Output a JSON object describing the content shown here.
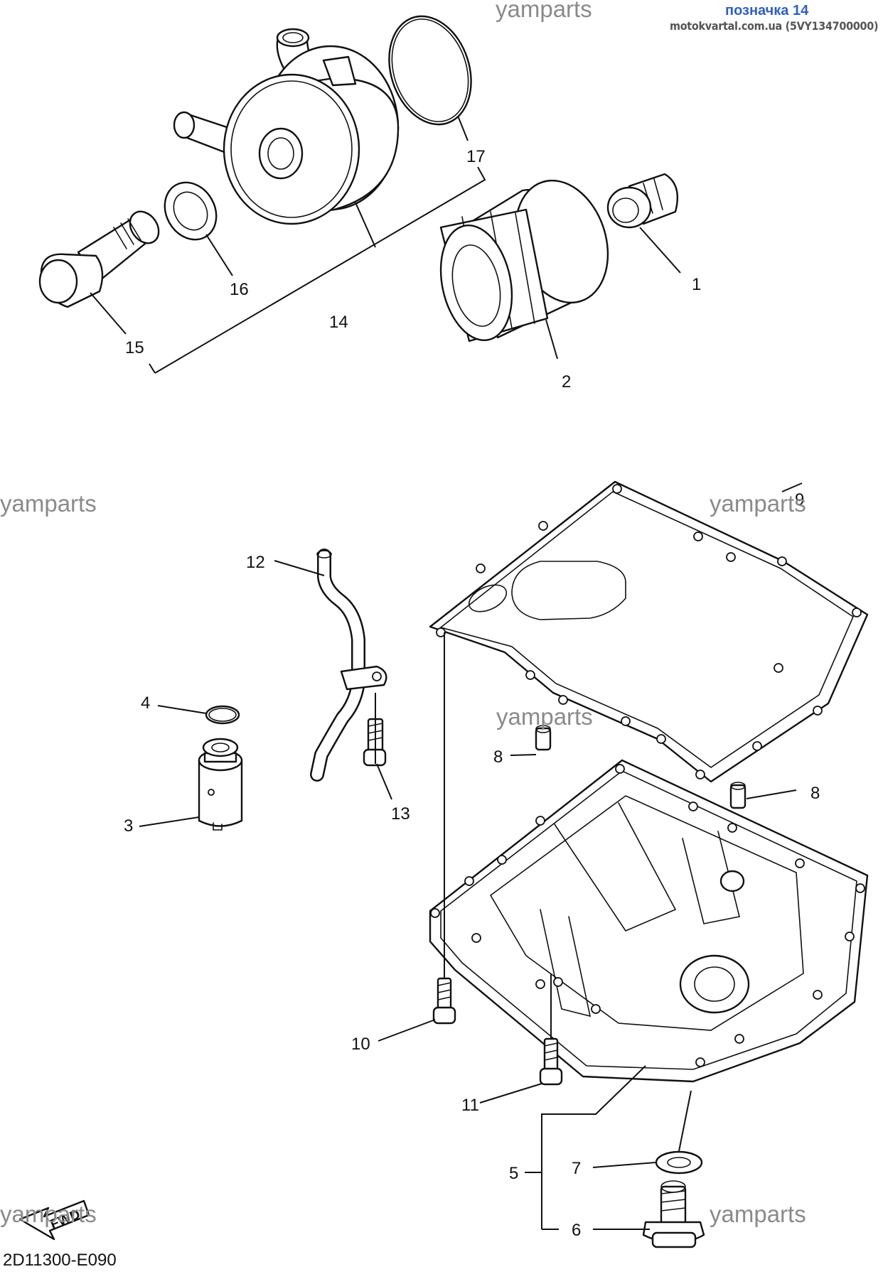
{
  "header": {
    "reference": "позначка 14",
    "site": "motokvartal.com.ua (5VY134700000)"
  },
  "watermarks": [
    {
      "id": "wm-top",
      "text": "yamparts"
    },
    {
      "id": "wm-left",
      "text": "yamparts"
    },
    {
      "id": "wm-right",
      "text": "yamparts"
    },
    {
      "id": "wm-center",
      "text": "yamparts"
    },
    {
      "id": "wm-bottom-left",
      "text": "yamparts"
    },
    {
      "id": "wm-bottom-right",
      "text": "yamparts"
    }
  ],
  "fwd_label": "FWD",
  "diagram_code": "2D11300-E090",
  "callouts": {
    "c1": "1",
    "c2": "2",
    "c3": "3",
    "c4": "4",
    "c5": "5",
    "c6": "6",
    "c7": "7",
    "c8a": "8",
    "c8b": "8",
    "c9": "9",
    "c10": "10",
    "c11": "11",
    "c12": "12",
    "c13": "13",
    "c14": "14",
    "c15": "15",
    "c16": "16",
    "c17": "17"
  }
}
